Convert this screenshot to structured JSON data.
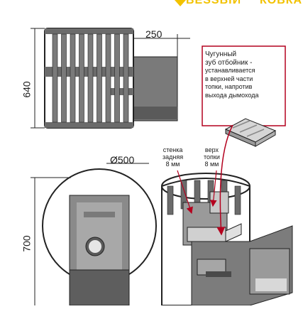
{
  "header": {
    "brand_left": "BESSBIЙ",
    "brand_right": "КОВКА"
  },
  "dimensions": {
    "width_top": "250",
    "height_top": "640",
    "diameter": "Ø500",
    "height_bottom": "700"
  },
  "callout": {
    "lines": [
      "Чугунный",
      "зуб отбойник -",
      "устанавливается",
      "в верхней части",
      "топки, напротив",
      "выхода дымохода"
    ]
  },
  "labels": {
    "wall": [
      "стенка",
      "задняя",
      "8 мм"
    ],
    "top": [
      "верх",
      "топки",
      "8 мм"
    ]
  },
  "colors": {
    "steel_dark": "#6b6b6b",
    "steel_mid": "#9a9a9a",
    "steel_light": "#c8c8c8",
    "outline": "#222222",
    "accent_red": "#b4001e",
    "brand_yellow": "#f2c200"
  }
}
